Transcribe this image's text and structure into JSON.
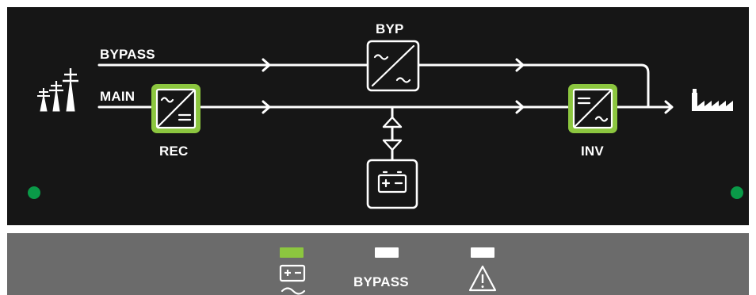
{
  "diagram": {
    "bypass_line_label": "BYPASS",
    "main_line_label": "MAIN",
    "byp_module_label": "BYP",
    "rec_module_label": "REC",
    "inv_module_label": "INV"
  },
  "status_bar": {
    "bypass_label": "BYPASS"
  },
  "icons": {
    "source": "power-pylons-icon",
    "load": "factory-icon",
    "battery": "battery-icon",
    "warning": "warning-triangle-icon"
  },
  "colors": {
    "panel_background": "#161616",
    "status_bar_background": "#6b6b6b",
    "active_green": "#8cc63f",
    "led_green": "#0a9a48",
    "line_white": "#ffffff",
    "indicator_off": "#ffffff"
  },
  "indicators": {
    "battery_indicator_active": true,
    "bypass_indicator_active": false,
    "alarm_indicator_active": false
  }
}
